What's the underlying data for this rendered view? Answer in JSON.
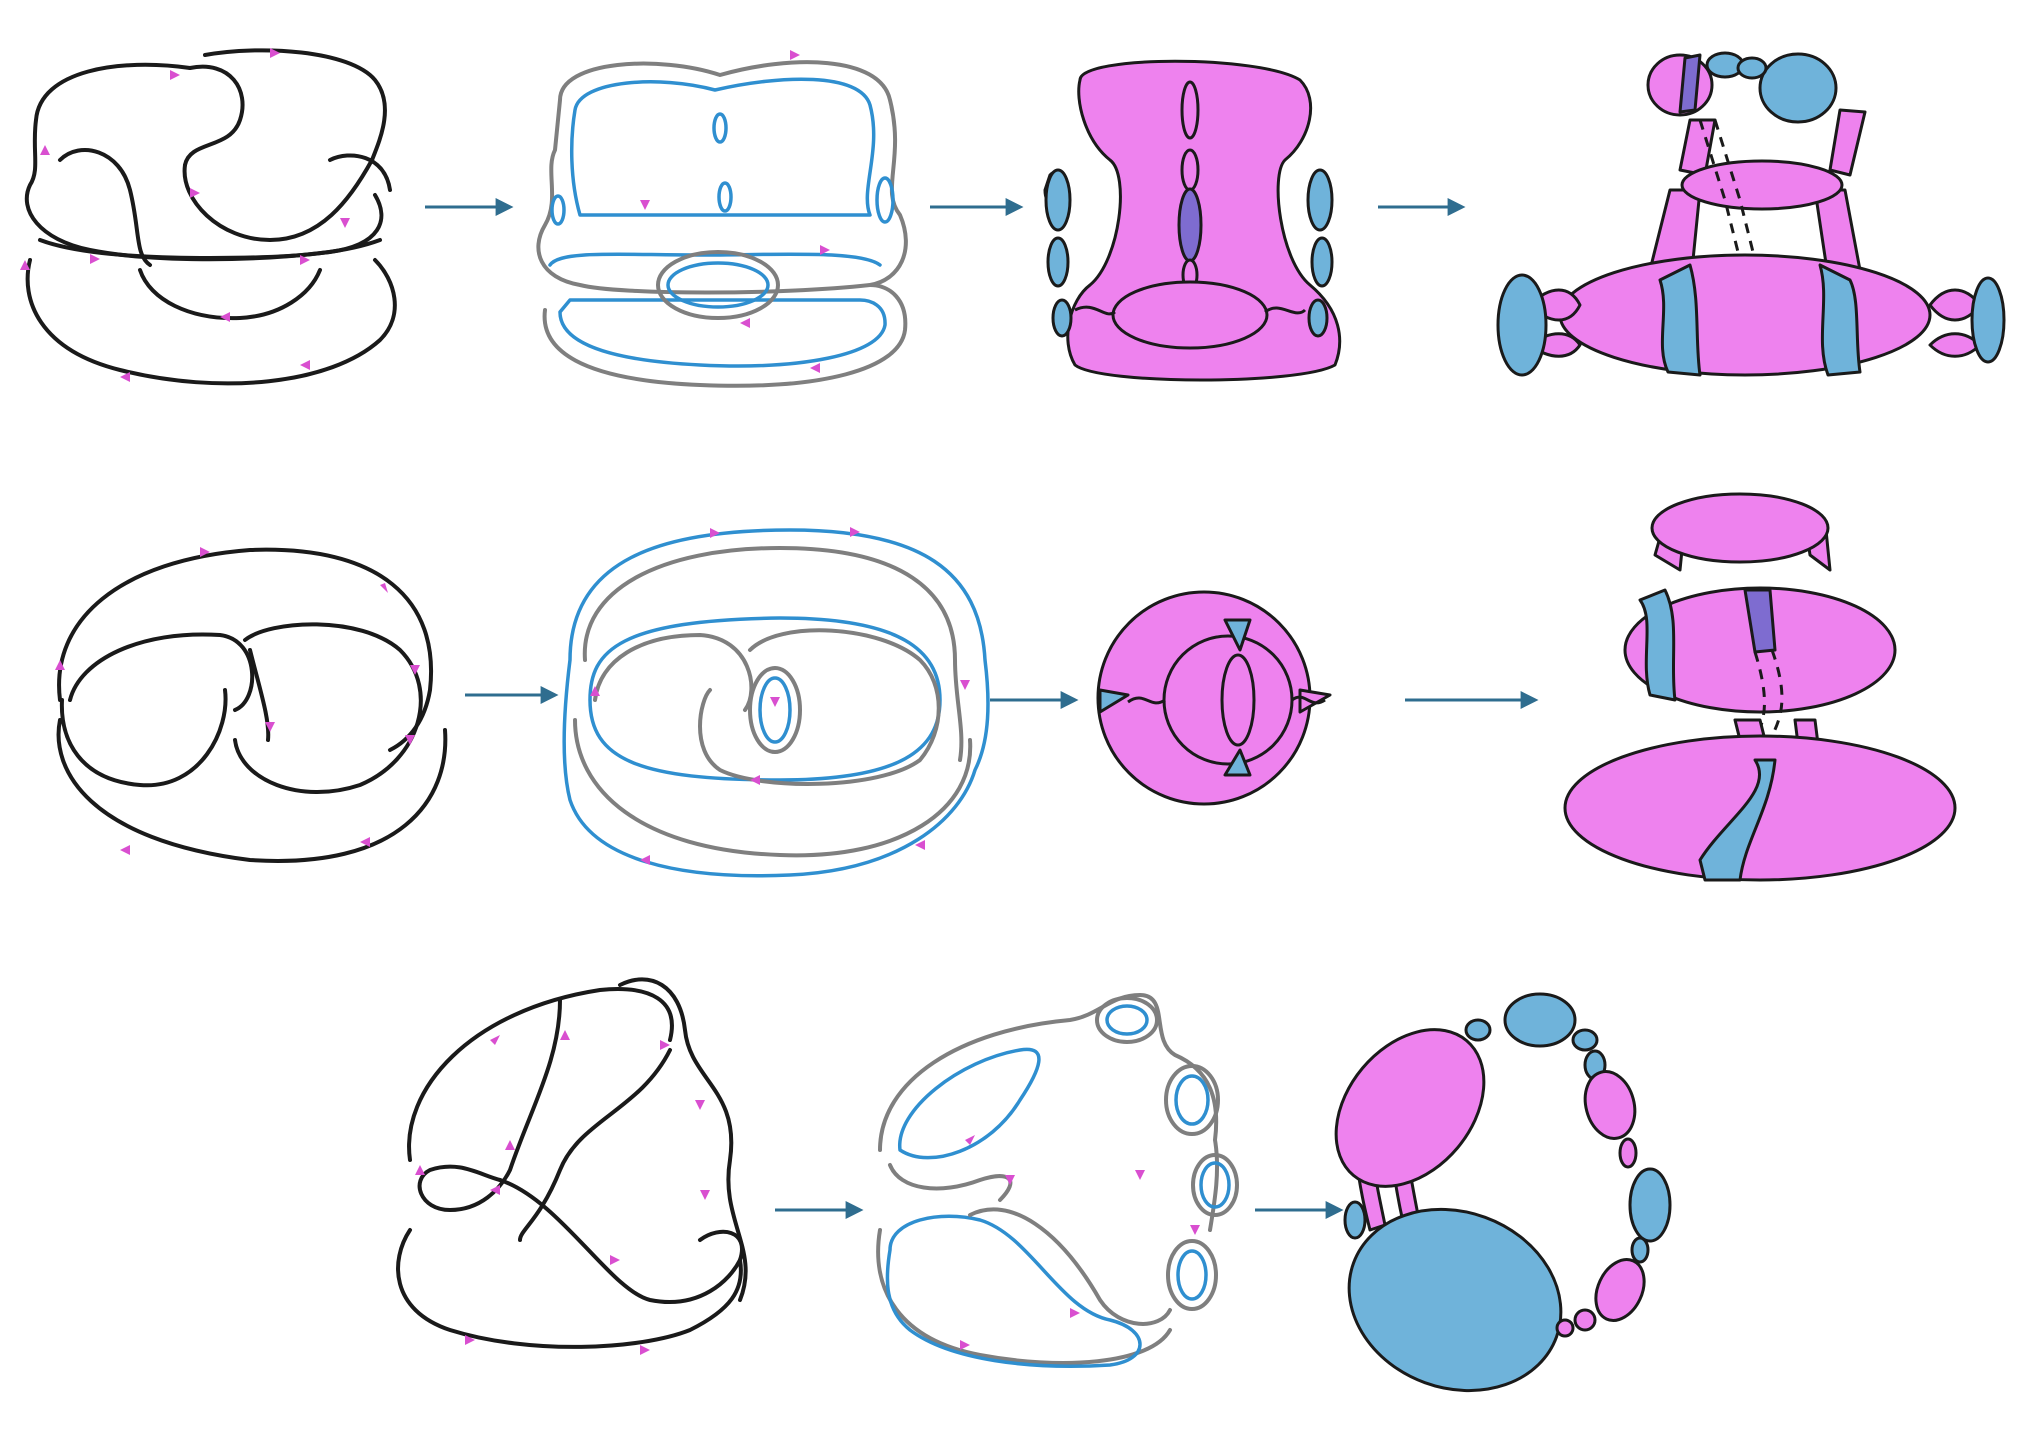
{
  "colors": {
    "knot": "#1a1a1a",
    "seifert_gray": "#7f7f7f",
    "seifert_blue": "#2f8fd0",
    "disk_pink": "#ee82ee",
    "disk_blue": "#6fb3da",
    "disk_violet": "#7e6cd0",
    "orientation_arrow": "#d94fd0",
    "flow_arrow": "#2f6d8f"
  },
  "rows": [
    {
      "stages": [
        "knot-diagram",
        "seifert-circles",
        "seifert-surface",
        "disk-band-surface"
      ]
    },
    {
      "stages": [
        "knot-diagram",
        "seifert-circles",
        "seifert-surface",
        "disk-band-surface"
      ]
    },
    {
      "stages": [
        "knot-diagram",
        "seifert-circles",
        "disk-band-surface"
      ]
    }
  ]
}
